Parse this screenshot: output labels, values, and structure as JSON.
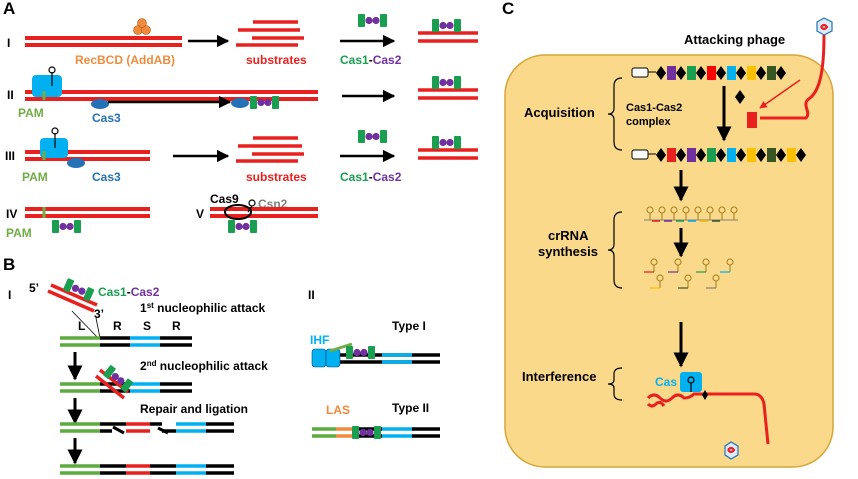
{
  "panels": {
    "A": {
      "label": "A",
      "rows": [
        "I",
        "II",
        "III",
        "IV",
        "V"
      ],
      "recbcd": "RecBCD (AddAB)",
      "substrates": "substrates",
      "cas1": "Cas1",
      "dash": "-",
      "cas2": "Cas2",
      "pam": "PAM",
      "cas3": "Cas3",
      "cas9": "Cas9",
      "csn2": "Csn2"
    },
    "B": {
      "label": "B",
      "sub_i": "I",
      "sub_ii": "II",
      "five_prime": "5’",
      "three_prime": "3’",
      "cas1": "Cas1",
      "dash": "-",
      "cas2": "Cas2",
      "step1_prefix": "1",
      "step1_sup": "st",
      "step1_rest": " nucleophilic attack",
      "step2_prefix": "2",
      "step2_sup": "nd",
      "step2_rest": " nucleophilic attack",
      "step3": "Repair and ligation",
      "lsr": [
        "L",
        "R",
        "S",
        "R"
      ],
      "ihf": "IHF",
      "type1": "Type I",
      "las": "LAS",
      "type2": "Type II"
    },
    "C": {
      "label": "C",
      "attacking_phage": "Attacking phage",
      "acquisition": "Acquisition",
      "complex_line1": "Cas1-Cas2",
      "complex_line2": "complex",
      "crrna_line1": "crRNA",
      "crrna_line2": "synthesis",
      "interference": "Interference",
      "cas": "Cas"
    }
  },
  "colors": {
    "dna": "#e8201e",
    "cas1_green": "#1a9e50",
    "cas2_purple": "#7030a0",
    "orange": "#f08b3c",
    "cas3_blue": "#2471b7",
    "pam_green": "#70ad47",
    "ihf_blue": "#00b0f0",
    "cell_fill": "#fbd98a",
    "cell_stroke": "#d6a638",
    "spacers": [
      "#7030a0",
      "#1a9e50",
      "#ff0000",
      "#00b0f0",
      "#ffc000",
      "#375623"
    ]
  }
}
